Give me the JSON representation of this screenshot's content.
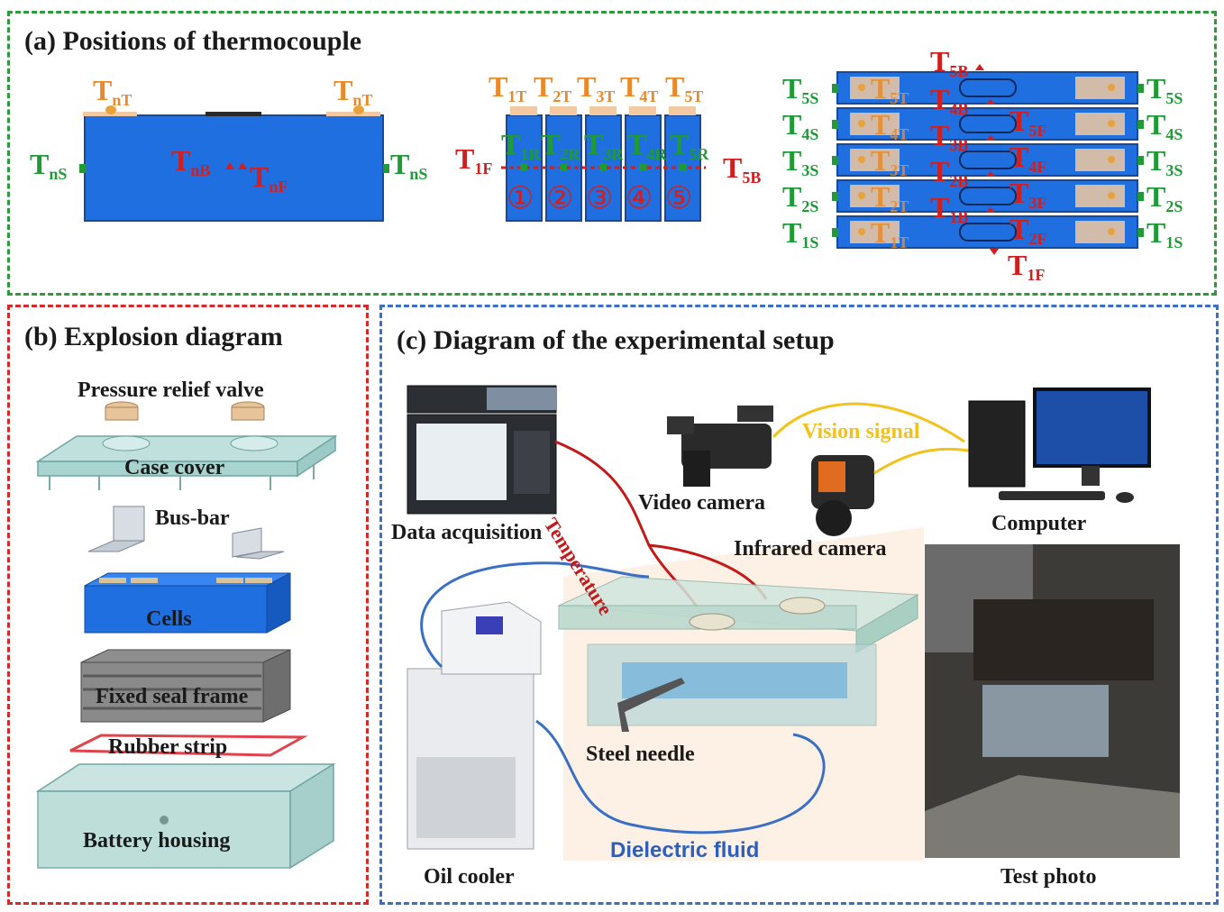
{
  "panels": {
    "a": {
      "title": "(a) Positions of thermocouple"
    },
    "b": {
      "title": "(b) Explosion diagram"
    },
    "c": {
      "title": "(c) Diagram of the experimental setup"
    }
  },
  "panel_a": {
    "single_cell": {
      "top_left": {
        "main": "T",
        "sub": "nT"
      },
      "top_right": {
        "main": "T",
        "sub": "nT"
      },
      "side_left": {
        "main": "T",
        "sub": "nS"
      },
      "side_right": {
        "main": "T",
        "sub": "nS"
      },
      "back": {
        "main": "T",
        "sub": "nB"
      },
      "front": {
        "main": "T",
        "sub": "nF"
      }
    },
    "module_front": {
      "top": [
        {
          "main": "T",
          "sub": "1T"
        },
        {
          "main": "T",
          "sub": "2T"
        },
        {
          "main": "T",
          "sub": "3T"
        },
        {
          "main": "T",
          "sub": "4T"
        },
        {
          "main": "T",
          "sub": "5T"
        }
      ],
      "right_labels": [
        {
          "main": "T",
          "sub": "1R"
        },
        {
          "main": "T",
          "sub": "2R"
        },
        {
          "main": "T",
          "sub": "3R"
        },
        {
          "main": "T",
          "sub": "4R"
        },
        {
          "main": "T",
          "sub": "5R"
        }
      ],
      "left": {
        "main": "T",
        "sub": "1F"
      },
      "right": {
        "main": "T",
        "sub": "5B"
      },
      "cell_numbers": [
        "①",
        "②",
        "③",
        "④",
        "⑤"
      ]
    },
    "module_top": {
      "left_side": [
        {
          "main": "T",
          "sub": "5S"
        },
        {
          "main": "T",
          "sub": "4S"
        },
        {
          "main": "T",
          "sub": "3S"
        },
        {
          "main": "T",
          "sub": "2S"
        },
        {
          "main": "T",
          "sub": "1S"
        }
      ],
      "right_side": [
        {
          "main": "T",
          "sub": "5S"
        },
        {
          "main": "T",
          "sub": "4S"
        },
        {
          "main": "T",
          "sub": "3S"
        },
        {
          "main": "T",
          "sub": "2S"
        },
        {
          "main": "T",
          "sub": "1S"
        }
      ],
      "top_label": {
        "main": "T",
        "sub": "5B"
      },
      "bottom_label": {
        "main": "T",
        "sub": "1F"
      },
      "back_labels": [
        {
          "main": "T",
          "sub": "4B"
        },
        {
          "main": "T",
          "sub": "3B"
        },
        {
          "main": "T",
          "sub": "2B"
        },
        {
          "main": "T",
          "sub": "1B"
        }
      ],
      "front_labels": [
        {
          "main": "T",
          "sub": "5F"
        },
        {
          "main": "T",
          "sub": "4F"
        },
        {
          "main": "T",
          "sub": "3F"
        },
        {
          "main": "T",
          "sub": "2F"
        }
      ],
      "tab_labels": [
        {
          "main": "T",
          "sub": "5T"
        },
        {
          "main": "T",
          "sub": "4T"
        },
        {
          "main": "T",
          "sub": "3T"
        },
        {
          "main": "T",
          "sub": "2T"
        },
        {
          "main": "T",
          "sub": "1T"
        }
      ]
    }
  },
  "panel_b": {
    "labels": {
      "valve": "Pressure relief valve",
      "cover": "Case cover",
      "busbar": "Bus-bar",
      "cells": "Cells",
      "frame": "Fixed seal frame",
      "strip": "Rubber strip",
      "housing": "Battery housing"
    }
  },
  "panel_c": {
    "labels": {
      "daq": "Data acquisition",
      "temperature": "Temperature",
      "video_camera": "Video camera",
      "vision_signal": "Vision signal",
      "computer": "Computer",
      "infrared_camera": "Infrared camera",
      "steel_needle": "Steel needle",
      "oil_cooler": "Oil cooler",
      "dielectric_fluid": "Dielectric fluid",
      "test_photo": "Test photo"
    }
  },
  "colors": {
    "panel_a_border": "#2e9a3c",
    "panel_b_border": "#d42a2a",
    "panel_c_border": "#3a6fc4",
    "cell_blue": "#1f6fe0",
    "thermo_top": "#e88a2a",
    "thermo_side": "#1f9a36",
    "thermo_front": "#d11f1f",
    "signal_yellow": "#f2c21a",
    "fluid_blue": "#3a6fc4"
  }
}
